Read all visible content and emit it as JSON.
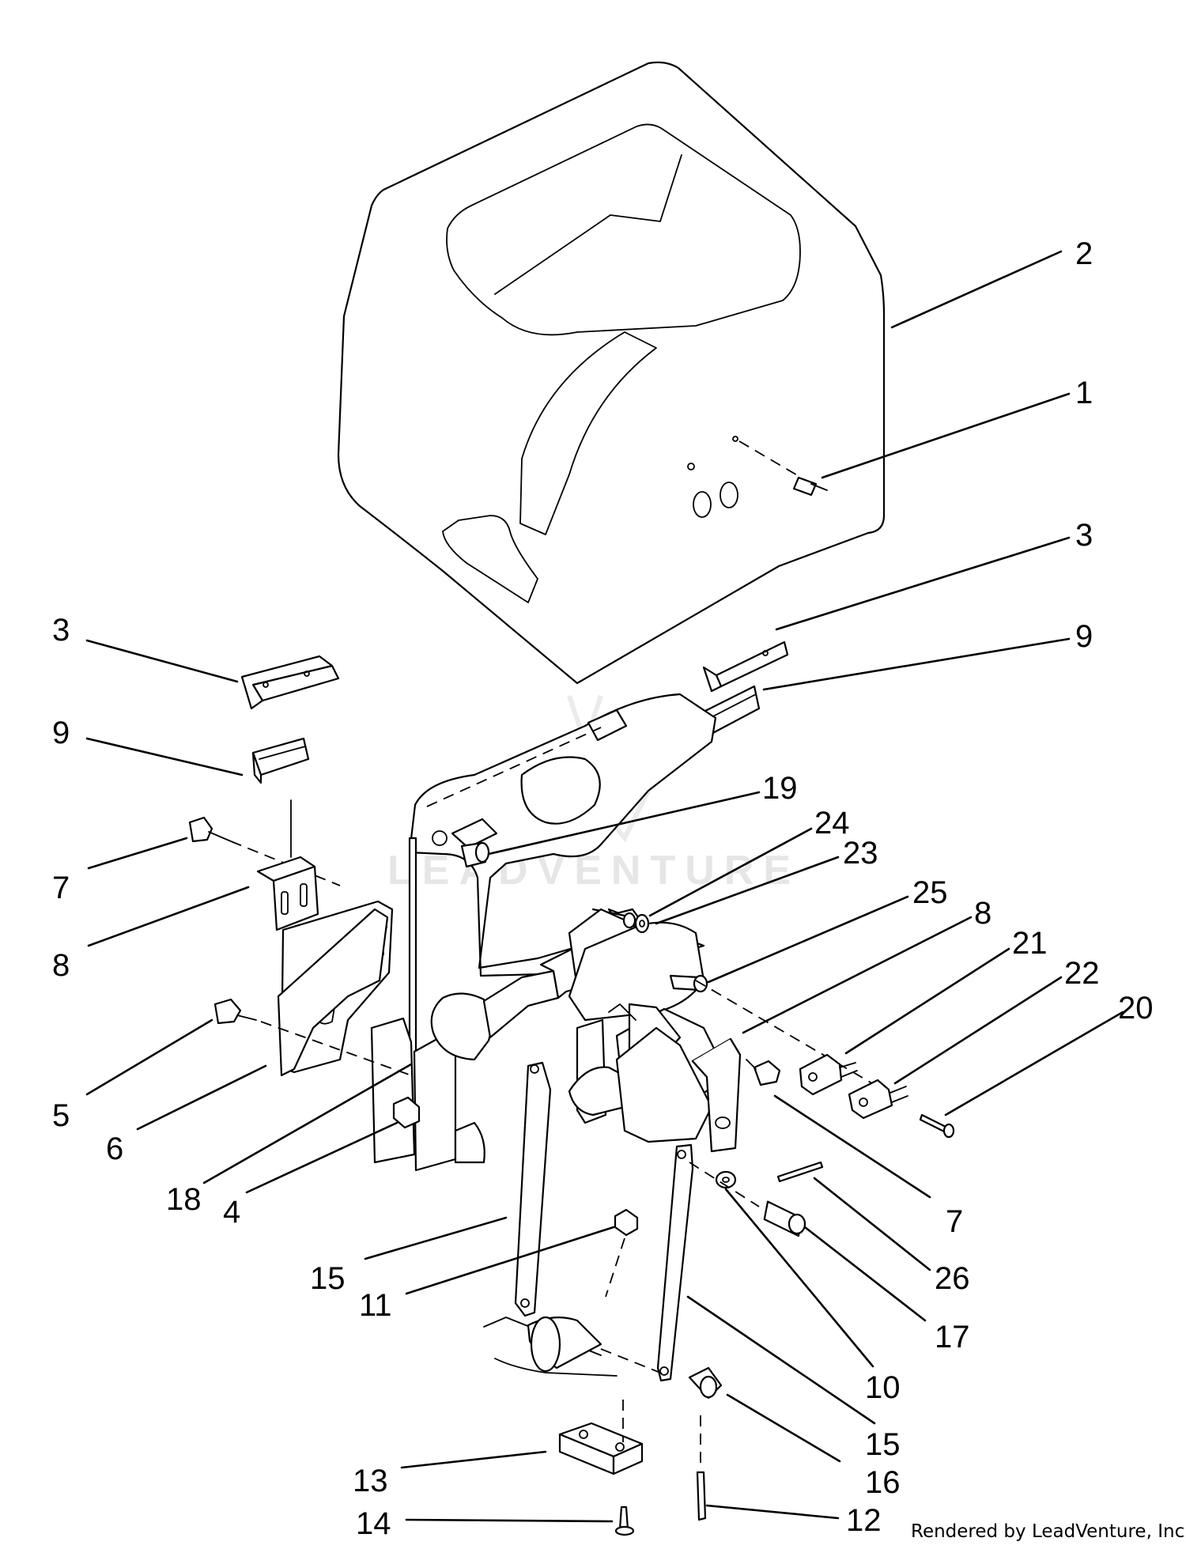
{
  "diagram": {
    "callouts": [
      {
        "label": "1"
      },
      {
        "label": "2"
      },
      {
        "label": "3"
      },
      {
        "label": "3"
      },
      {
        "label": "9"
      },
      {
        "label": "9"
      },
      {
        "label": "19"
      },
      {
        "label": "24"
      },
      {
        "label": "23"
      },
      {
        "label": "25"
      },
      {
        "label": "8"
      },
      {
        "label": "21"
      },
      {
        "label": "22"
      },
      {
        "label": "20"
      },
      {
        "label": "7"
      },
      {
        "label": "8"
      },
      {
        "label": "5"
      },
      {
        "label": "6"
      },
      {
        "label": "18"
      },
      {
        "label": "4"
      },
      {
        "label": "7"
      },
      {
        "label": "26"
      },
      {
        "label": "17"
      },
      {
        "label": "15"
      },
      {
        "label": "11"
      },
      {
        "label": "10"
      },
      {
        "label": "15"
      },
      {
        "label": "16"
      },
      {
        "label": "13"
      },
      {
        "label": "14"
      },
      {
        "label": "12"
      }
    ],
    "watermark": "LEADVENTURE",
    "footer": "Rendered by LeadVenture, Inc."
  }
}
